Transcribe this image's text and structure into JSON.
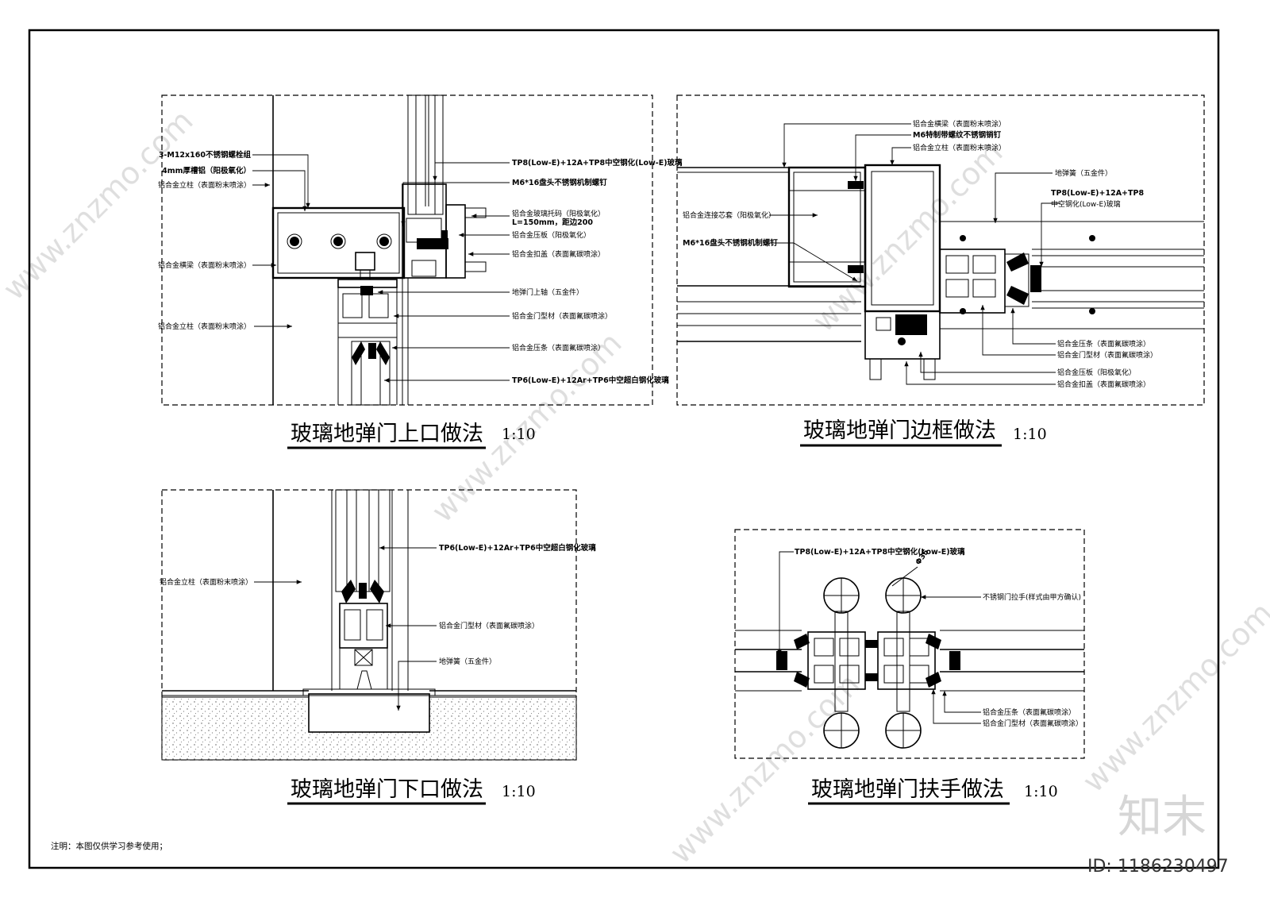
{
  "details": {
    "top": {
      "title": "玻璃地弹门上口做法",
      "scale": "1:10",
      "labels": {
        "l1": "3-M12x160不锈钢螺栓组",
        "l2": "4mm厚槽铝（阳极氧化）",
        "l3": "铝合金立柱（表面粉末喷涂）",
        "l4": "铝合金横梁（表面粉末喷涂）",
        "l5": "铝合金立柱（表面粉末喷涂）",
        "r1": "TP8(Low-E)+12A+TP8中空钢化(Low-E)玻璃",
        "r2": "M6*16盘头不锈钢机制螺钉",
        "r3": "铝合金玻璃托码（阳极氧化）",
        "r3b": "L=150mm，距边200",
        "r4": "铝合金压板（阳极氧化）",
        "r5": "铝合金扣盖（表面氟碳喷涂）",
        "r6": "地弹门上轴（五金件）",
        "r7": "铝合金门型材（表面氟碳喷涂）",
        "r8": "铝合金压条（表面氟碳喷涂）",
        "r9": "TP6(Low-E)+12Ar+TP6中空超白钢化玻璃"
      }
    },
    "side": {
      "title": "玻璃地弹门边框做法",
      "scale": "1:10",
      "labels": {
        "t1": "铝合金横梁（表面粉末喷涂）",
        "t2": "M6特制带螺纹不锈钢销钉",
        "t3": "铝合金立柱（表面粉末喷涂）",
        "l1": "铝合金连接芯套（阳极氧化）",
        "l2": "M6*16盘头不锈钢机制螺钉",
        "r1": "地弹簧（五金件）",
        "r2": "TP8(Low-E)+12A+TP8",
        "r2b": "中空钢化(Low-E)玻璃",
        "b1": "铝合金压条（表面氟碳喷涂）",
        "b2": "铝合金门型材（表面氟碳喷涂）",
        "b3": "铝合金压板（阳极氧化）",
        "b4": "铝合金扣盖（表面氟碳喷涂）"
      }
    },
    "bottom": {
      "title": "玻璃地弹门下口做法",
      "scale": "1:10",
      "labels": {
        "l1": "铝合金立柱（表面粉末喷涂）",
        "r1": "TP6(Low-E)+12Ar+TP6中空超白钢化玻璃",
        "r2": "铝合金门型材（表面氟碳喷涂）",
        "r3": "地弹簧（五金件）"
      }
    },
    "handle": {
      "title": "玻璃地弹门扶手做法",
      "scale": "1:10",
      "labels": {
        "t1": "TP8(Low-E)+12A+TP8中空钢化(Low-E)玻璃",
        "dia": "Φ35",
        "r1": "不锈钢门拉手(样式由甲方确认)",
        "b1": "铝合金压条（表面氟碳喷涂）",
        "b2": "铝合金门型材（表面氟碳喷涂）"
      }
    }
  },
  "note": "注明：本图仅供学习参考使用；",
  "watermark": {
    "brand": "知末",
    "id": "ID: 1186230497",
    "site": "www.znzmo.com"
  }
}
